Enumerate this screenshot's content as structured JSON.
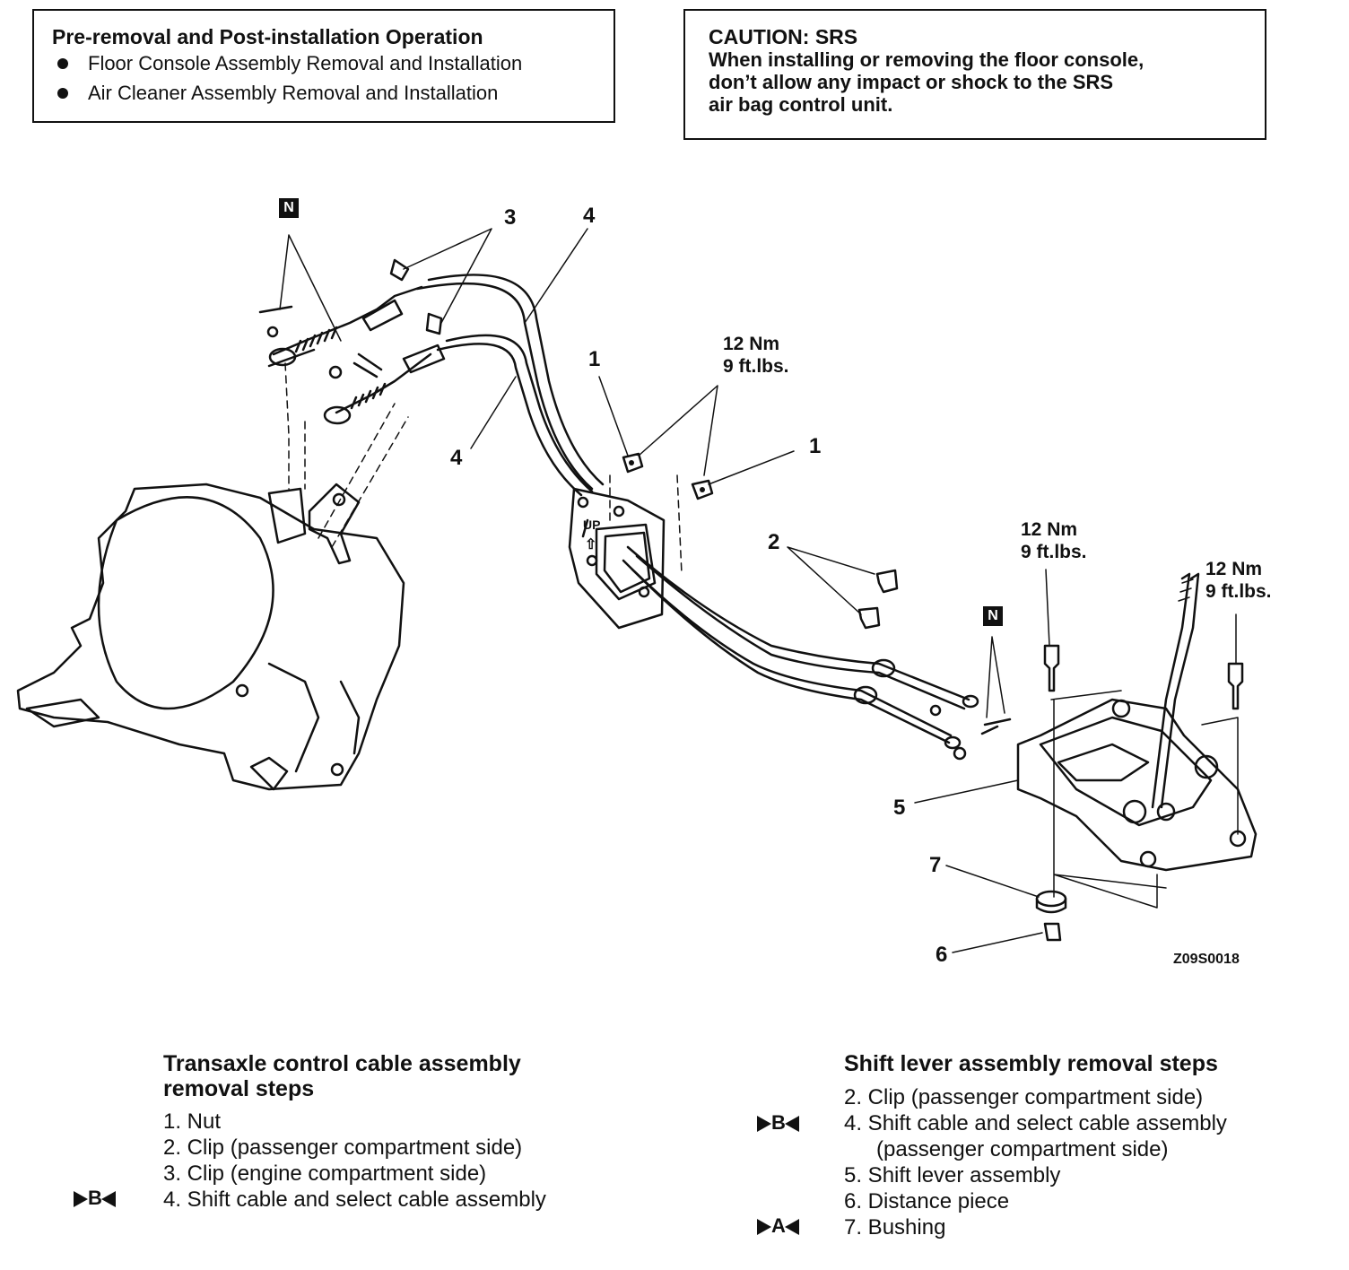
{
  "pre_op": {
    "title": "Pre-removal and Post-installation Operation",
    "items": [
      "Floor Console Assembly Removal and Installation",
      "Air Cleaner Assembly Removal and Installation"
    ]
  },
  "caution": {
    "title": "CAUTION: SRS",
    "body": "When installing or removing the floor console,\ndon’t allow any impact or shock to the SRS\nair bag control unit."
  },
  "diagram": {
    "callouts": {
      "n1": "N",
      "n2": "N",
      "c3": "3",
      "c4a": "4",
      "c4b": "4",
      "c1a": "1",
      "c1b": "1",
      "c2": "2",
      "c5": "5",
      "c7": "7",
      "c6": "6"
    },
    "torque": {
      "t1_nm": "12 Nm",
      "t1_ft": "9 ft.lbs.",
      "t2_nm": "12 Nm",
      "t2_ft": "9 ft.lbs.",
      "t3_nm": "12 Nm",
      "t3_ft": "9 ft.lbs."
    },
    "up_label": "UP",
    "figure_code": "Z09S0018"
  },
  "transaxle_steps": {
    "title": "Transaxle control cable assembly\nremoval steps",
    "steps": [
      "1. Nut",
      "2. Clip (passenger compartment side)",
      "3. Clip (engine compartment side)",
      "4. Shift cable and select cable assembly"
    ],
    "marker_b": "B"
  },
  "shift_lever_steps": {
    "title": "Shift lever assembly removal steps",
    "steps": [
      "2. Clip (passenger compartment side)",
      "4. Shift cable and select cable assembly",
      "(passenger compartment side)",
      "5. Shift lever assembly",
      "6. Distance piece",
      "7. Bushing"
    ],
    "marker_b": "B",
    "marker_a": "A"
  }
}
